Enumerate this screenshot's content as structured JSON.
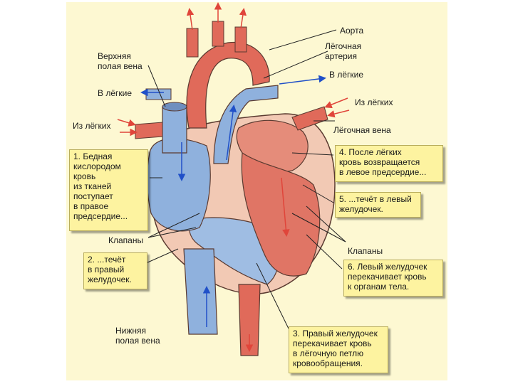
{
  "labels": {
    "aorta": "Аорта",
    "pulmonary_artery": "Лёгочная\nартерия",
    "to_lungs_right": "В лёгкие",
    "from_lungs_right": "Из лёгких",
    "pulmonary_vein": "Лёгочная вена",
    "superior_vena_cava": "Верхняя\nполая вена",
    "to_lungs_left": "В лёгкие",
    "from_lungs_left": "Из лёгких",
    "valves_left": "Клапаны",
    "valves_right": "Клапаны",
    "inferior_vena_cava": "Нижняя\nполая вена"
  },
  "steps": [
    {
      "text": "1. Бедная\n кислородом\n кровь\n из тканей\n поступает\n в правое\n предсердие..."
    },
    {
      "text": "2. ...течёт\n в правый\n желудочек."
    },
    {
      "text": "3. Правый желудочек\n перекачивает кровь\n в лёгочную петлю\n кровообращения."
    },
    {
      "text": "4. После лёгких\n кровь возвращается\n в левое предсердие..."
    },
    {
      "text": "5. ...течёт в левый\n желудочек."
    },
    {
      "text": "6. Левый желудочек\n перекачивает кровь\n к органам тела."
    }
  ],
  "colors": {
    "oxygenated": "#e06a5a",
    "deoxygenated": "#8fb1dd",
    "arrow_red": "#e0453a",
    "arrow_blue": "#2050c8",
    "callout_fill": "#fdf3a0",
    "background": "#fdf8d2"
  }
}
